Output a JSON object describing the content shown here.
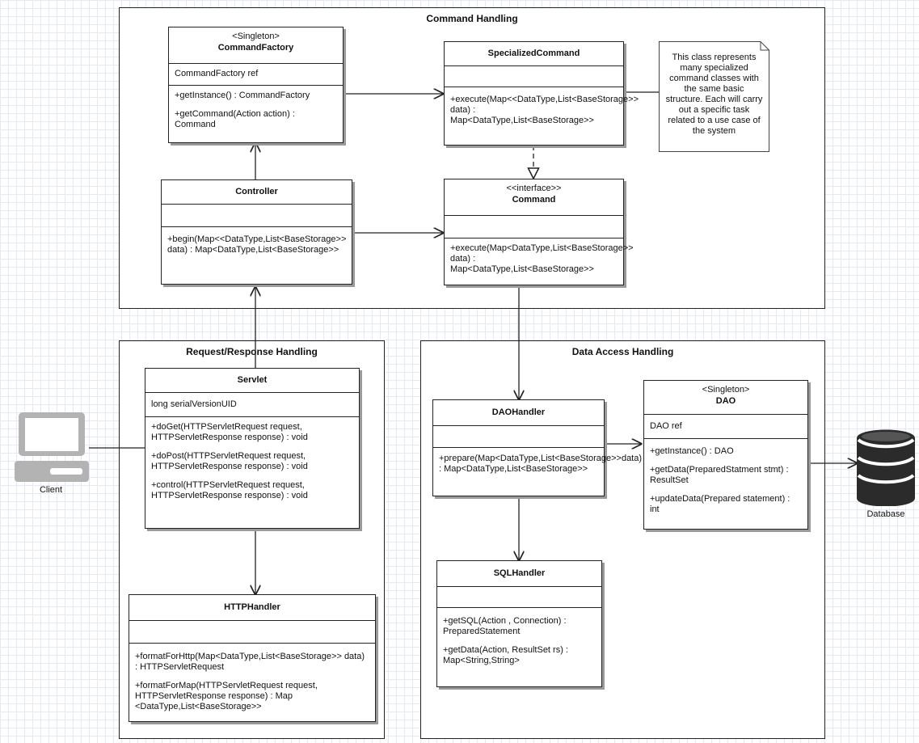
{
  "packages": {
    "command": "Command Handling",
    "request": "Request/Response Handling",
    "data_access": "Data Access Handling"
  },
  "classes": {
    "command_factory": {
      "stereotype": "<Singleton>",
      "name": "CommandFactory",
      "attributes": [
        "CommandFactory ref"
      ],
      "operations": [
        "+getInstance() : CommandFactory",
        "+getCommand(Action action) : Command"
      ]
    },
    "specialized_command": {
      "stereotype": "",
      "name": "SpecializedCommand",
      "attributes": [],
      "operations": [
        "+execute(Map<<DataType,List<BaseStorage>> data) : Map<DataType,List<BaseStorage>>"
      ]
    },
    "controller": {
      "stereotype": "",
      "name": "Controller",
      "attributes": [],
      "operations": [
        "+begin(Map<<DataType,List<BaseStorage>> data) : Map<DataType,List<BaseStorage>>"
      ]
    },
    "command": {
      "stereotype": "<<interface>>",
      "name": "Command",
      "attributes": [],
      "operations": [
        "+execute(Map<DataType,List<BaseStorage>> data) : Map<DataType,List<BaseStorage>>"
      ]
    },
    "servlet": {
      "stereotype": "",
      "name": "Servlet",
      "attributes": [
        "long serialVersionUID"
      ],
      "operations": [
        "+doGet(HTTPServletRequest request, HTTPServletResponse response) : void",
        "+doPost(HTTPServletRequest request, HTTPServletResponse response) : void",
        "+control(HTTPServletRequest request, HTTPServletResponse response) : void"
      ]
    },
    "http_handler": {
      "stereotype": "",
      "name": "HTTPHandler",
      "attributes": [],
      "operations": [
        "+formatForHttp(Map<DataType,List<BaseStorage>> data) : HTTPServletRequest",
        "+formatForMap(HTTPServletRequest request, HTTPServletResponse response) : Map <DataType,List<BaseStorage>>"
      ]
    },
    "dao_handler": {
      "stereotype": "",
      "name": "DAOHandler",
      "attributes": [],
      "operations": [
        "+prepare(Map<DataType,List<BaseStorage>>data) : Map<DataType,List<BaseStorage>>"
      ]
    },
    "dao": {
      "stereotype": "<Singleton>",
      "name": "DAO",
      "attributes": [
        "DAO ref"
      ],
      "operations": [
        "+getInstance() : DAO",
        "+getData(PreparedStatment stmt) : ResultSet",
        "+updateData(Prepared statement) : int"
      ]
    },
    "sql_handler": {
      "stereotype": "",
      "name": "SQLHandler",
      "attributes": [],
      "operations": [
        "+getSQL(Action , Connection) : PreparedStatement",
        "+getData(Action, ResultSet rs) : Map<String,String>"
      ]
    }
  },
  "note": "This class represents many specialized command classes with the same basic structure. Each will carry out a specific task related to a use case of the system",
  "actors": {
    "client": "Client",
    "database": "Database"
  }
}
